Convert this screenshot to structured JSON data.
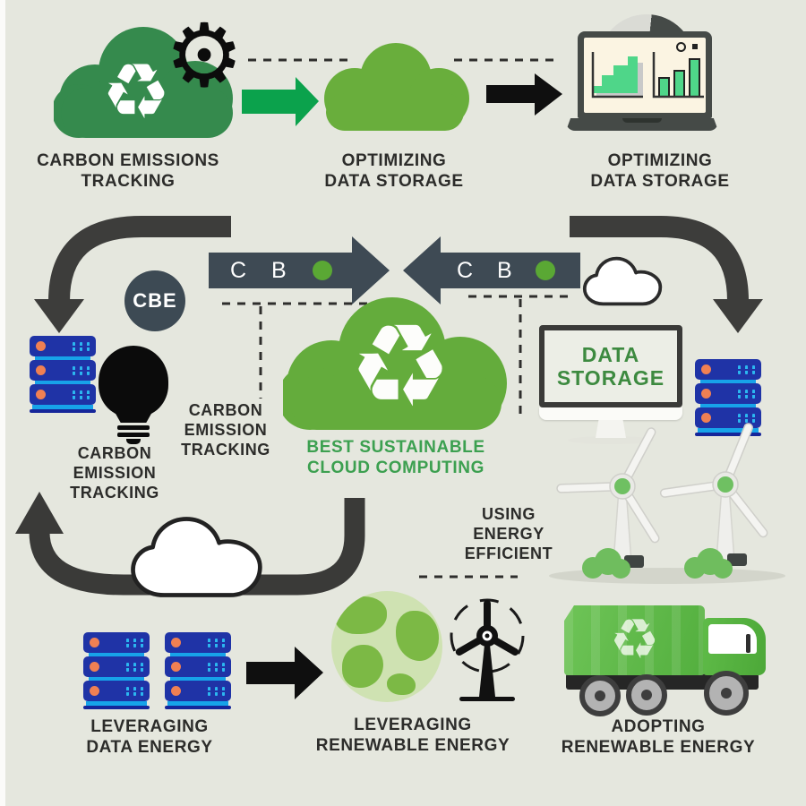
{
  "colors": {
    "background": "#e5e7de",
    "dark_green_cloud": "#358a4d",
    "light_green_cloud": "#69ae3c",
    "center_cloud": "#64ac3c",
    "green_arrow": "#0ba24c",
    "black": "#0f0f0f",
    "curved_arrow_gray": "#3d3d3b",
    "slate": "#3e4a54",
    "flow_dot_green": "#5aa834",
    "server_blue": "#1f33a6",
    "server_light_blue": "#17a3e9",
    "server_led_orange": "#ef8053",
    "label_text": "#2c2c2a",
    "green_label": "#3ca050",
    "data_storage_text": "#3d8a40",
    "truck_green": "#5cb843"
  },
  "icons": {
    "recycle_glyph": "♻",
    "gear_glyph": "⚙"
  },
  "top_row": {
    "carbon_tracking": {
      "line1": "CARBON EMISSIONS",
      "line2": "TRACKING"
    },
    "optimizing_storage_cloud": {
      "line1": "OPTIMIZING",
      "line2": "DATA STORAGE"
    },
    "optimizing_storage_laptop": {
      "line1": "OPTIMIZING",
      "line2": "DATA STORAGE"
    }
  },
  "middle": {
    "cbe_badge": "CBE",
    "flow_arrow_right": {
      "c": "C",
      "b": "B"
    },
    "flow_arrow_left": {
      "c": "C",
      "b": "B"
    },
    "center_label": {
      "line1": "BEST SUSTAINABLE",
      "line2": "CLOUD COMPUTING"
    },
    "carbon_emission_tracking_inner": {
      "line1": "CARBON",
      "line2": "EMISSION",
      "line3": "TRACKING"
    },
    "carbon_emission_tracking_outer": {
      "line1": "CARBON",
      "line2": "EMISSION",
      "line3": "TRACKING"
    },
    "data_storage_screen": {
      "line1": "DATA",
      "line2": "STORAGE"
    },
    "using_energy": {
      "line1": "USING",
      "line2": "ENERGY",
      "line3": "EFFICIENT"
    }
  },
  "bottom_row": {
    "leveraging_data": {
      "line1": "LEVERAGING",
      "line2": "DATA ENERGY"
    },
    "leveraging_renewable": {
      "line1": "LEVERAGING",
      "line2": "RENEWABLE ENERGY"
    },
    "adopting_renewable": {
      "line1": "ADOPTING",
      "line2": "RENEWABLE ENERGY"
    }
  }
}
